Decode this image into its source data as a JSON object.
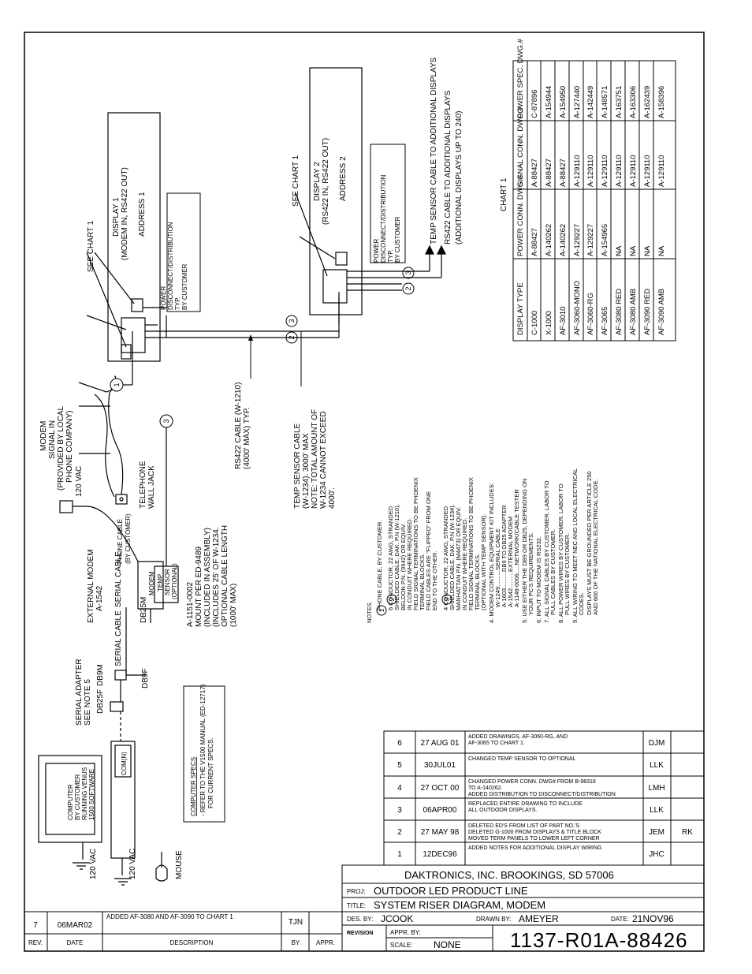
{
  "diagram": {
    "computer_label": [
      "COMPUTER",
      "BY CUSTOMER",
      "RUNNING VENUS",
      "1500 SOFTWARE"
    ],
    "com_port": "COM(N)",
    "vac_120": "120 VAC",
    "mouse": "MOUSE",
    "serial_adapter": [
      "SERIAL ADAPTER",
      "SEE NOTE 5"
    ],
    "db25f": "DB25F",
    "db9m": "DB9M",
    "db9f": "DB9F",
    "db25m": "DB25M",
    "serial_cable": "SERIAL CABLE",
    "external_modem": [
      "EXTERNAL MODEM",
      "A-1542"
    ],
    "modem_box": "MODEM",
    "phone_cable": [
      "PHONE CABLE",
      "(BY CUSTOMER)"
    ],
    "telephone_jack": [
      "TELEPHONE",
      "WALL JACK"
    ],
    "modem_signal": [
      "MODEM",
      "SIGNAL IN",
      "(PROVIDED BY LOCAL",
      "PHONE COMPANY)"
    ],
    "temp_sensor": [
      "TEMP",
      "SENSOR",
      "(OPTIONAL)"
    ],
    "temp_sensor_note": [
      "A-1151-0002",
      "MOUNT PER ED-9489",
      "(INCLUDED IN ASSEMBLY)",
      "(INCLUDES 25' OF W-1234.",
      "OPTIONAL CABLE LENGTH",
      "(1000' MAX)"
    ],
    "computer_specs": [
      "COMPUTER SPECS",
      "- REFER TO THE V1500 MANUAL (ED-12717)",
      "FOR CURRENT SPECS."
    ],
    "rs422_cable": [
      "RS422 CABLE (W-1210)",
      "(4000' MAX) TYP."
    ],
    "temp_sensor_cable": [
      "TEMP SENSOR CABLE",
      "(W-1234). 3000' MAX",
      "NOTE: TOTAL AMOUNT OF",
      "W-1234 CANNOT EXCEED",
      "4000'."
    ],
    "see_chart_1": "SEE CHART 1",
    "display1": [
      "DISPLAY 1",
      "(MODEM IN, RS422 OUT)",
      "ADDRESS 1"
    ],
    "display2": [
      "DISPLAY 2",
      "(RS422 IN, RS422 OUT)",
      "ADDRESS 2"
    ],
    "power_disconnect": [
      "POWER",
      "DISCONNECT/DISTRIBUTION",
      "TYP.",
      "BY CUSTOMER"
    ],
    "temp_sensor_additional": "TEMP SENSOR CABLE TO ADDITIONAL DISPLAYS",
    "rs422_additional": [
      "RS422 CABLE TO ADDITIONAL DISPLAYS",
      "(ADDITIONAL DISPLAYS UP TO 240)"
    ],
    "circles": [
      "1",
      "2",
      "3"
    ]
  },
  "notes": {
    "title": "NOTES",
    "items": [
      "PHONE CABLE. BY CUSTOMER.",
      "6 CONDUCTOR, 22 AWG, STRANDED",
      "SHIELDED CABLE. DAK. P.N (W-1210).",
      "BELDON P.N. (9942) OR EQUIV.",
      "IN CONDUIT WHERE REQUIRED.",
      "FIELD SIGNAL TERMINATIONS TO BE PHOENIX",
      "TERMINAL BLOCKS.",
      "FIELD CABLES ARE \"FLIPPED\" FROM ONE",
      "END TO THE OTHER.",
      "4 CONDUCTOR, 22 AWG, STRANDED",
      "SHIELDED CABLE. DAK. P.N (W-1234).",
      "MANHATTAN P.N. (M4473) OR EQUIV.",
      "IN CONDUIT WHERE REQUIRED.",
      "FIELD SIGNAL TERMINATIONS TO BE PHOENIX",
      "TERMINAL BLOCKS.",
      "(OPTIONAL WITH TEMP SENSOR).",
      "4. MODEM CONTROL EQUIPMENT KIT INCLUDES:",
      "W-1249..........SERIAL CABLE",
      "A-1603..........DB9 TO DB25 ADAPTER",
      "A-1542..........EXTERNAL MODEM",
      "A-1146-0006.....NETWORK/CABLE TESTER",
      "5. USE EITHER THE DB9 OR DB25, DEPENDING ON",
      "YOUR PC'S REQUIREMENTS.",
      "6. INPUT TO MODEM IS RS232.",
      "7. ALL SIGNAL CABLES BY CUSTOMER. LABOR TO",
      "PULL CABLES BY CUSTOMER.",
      "8. ALL POWER WIRES BY CUSTOMER. LABOR TO",
      "PULL WIRES BY CUSTOMER.",
      "9. ALL WIRING TO MEET NEC AND LOCAL ELECTRICAL",
      "CODES.",
      "DISPLAYS MUST BE GROUNDED PER ARTICLE 250",
      "AND 600 OF THE NATIONAL ELECTRICAL CODE."
    ]
  },
  "chart1": {
    "title": "CHART 1",
    "headers": [
      "DISPLAY TYPE",
      "POWER CONN. DWG.#",
      "SIGNAL CONN. DWG.#",
      "POWER SPEC. DWG.#"
    ],
    "rows": [
      [
        "C-1000",
        "A-88427",
        "A-88427",
        "C-87896"
      ],
      [
        "X-1000",
        "A-140262",
        "A-88427",
        "A-154944"
      ],
      [
        "AF-3010",
        "A-140262",
        "A-88427",
        "A-154950"
      ],
      [
        "AF-3060-MONO",
        "A-129227",
        "A-129110",
        "A-127440"
      ],
      [
        "AF-3060-RG",
        "A-129227",
        "A-129110",
        "A-142449"
      ],
      [
        "AF-3065",
        "A-154965",
        "A-129110",
        "A-148571"
      ],
      [
        "AF-3080 RED",
        "NA",
        "A-129110",
        "A-163751"
      ],
      [
        "AF-3080 AMB",
        "NA",
        "A-129110",
        "A-163306"
      ],
      [
        "AF-3090 RED",
        "NA",
        "A-129110",
        "A-162439"
      ],
      [
        "AF-3090 AMB",
        "NA",
        "A-129110",
        "A-158396"
      ]
    ]
  },
  "revisions": [
    {
      "rev": "6",
      "date": "27 AUG 01",
      "desc": [
        "ADDED DRAWINGS, AF-3060-RG, AND",
        "AF-3065 TO CHART 1."
      ],
      "by": "DJM",
      "appr": ""
    },
    {
      "rev": "5",
      "date": "30JUL01",
      "desc": [
        "CHANGED TEMP SENSOR TO OPTIONAL"
      ],
      "by": "LLK",
      "appr": ""
    },
    {
      "rev": "4",
      "date": "27 OCT 00",
      "desc": [
        "CHANGED POWER CONN. DWG# FROM B-98318",
        "TO A-140262.",
        "ADDED DISTRIBUTION TO DISCONNECT/DISTRIBUTION"
      ],
      "by": "LMH",
      "appr": ""
    },
    {
      "rev": "3",
      "date": "06APR00",
      "desc": [
        "REPLACED ENTIRE DRAWING TO INCLUDE",
        "ALL OUTDOOR DISPLAYS."
      ],
      "by": "LLK",
      "appr": ""
    },
    {
      "rev": "2",
      "date": "27 MAY 98",
      "desc": [
        "DELETED ED'S FROM LIST OF PART NO.'S",
        "DELETED G-1000 FROM DISPLAYS & TITLE BLOCK",
        "MOVED TERM PANELS TO LOWER LEFT CORNER"
      ],
      "by": "JEM",
      "appr": "RK"
    },
    {
      "rev": "1",
      "date": "12DEC96",
      "desc": [
        "ADDED NOTES FOR ADDITIONAL DISPLAY WIRING"
      ],
      "by": "JHC",
      "appr": ""
    }
  ],
  "bottom_revision": {
    "rev": "7",
    "date": "06MAR02",
    "desc": "ADDED AF-3080 AND AF-3090 TO CHART 1",
    "by": "TJN",
    "appr": ""
  },
  "bottom_headers": {
    "rev": "REV.",
    "date": "DATE",
    "desc": "DESCRIPTION",
    "by": "BY",
    "appr": "APPR."
  },
  "title_block": {
    "company": "DAKTRONICS, INC.   BROOKINGS, SD 57006",
    "proj_label": "PROJ:",
    "proj": "OUTDOOR LED PRODUCT LINE",
    "title_label": "TITLE:",
    "title": "SYSTEM RISER DIAGRAM, MODEM",
    "des_label": "DES. BY:",
    "des": "JCOOK",
    "drawn_label": "DRAWN BY:",
    "drawn": "AMEYER",
    "date_label": "DATE:",
    "date": "21NOV96",
    "revision_label": "REVISION",
    "appr_label": "APPR. BY:",
    "scale_label": "SCALE:",
    "scale": "NONE",
    "drawing_number": "1137-R01A-88426"
  }
}
